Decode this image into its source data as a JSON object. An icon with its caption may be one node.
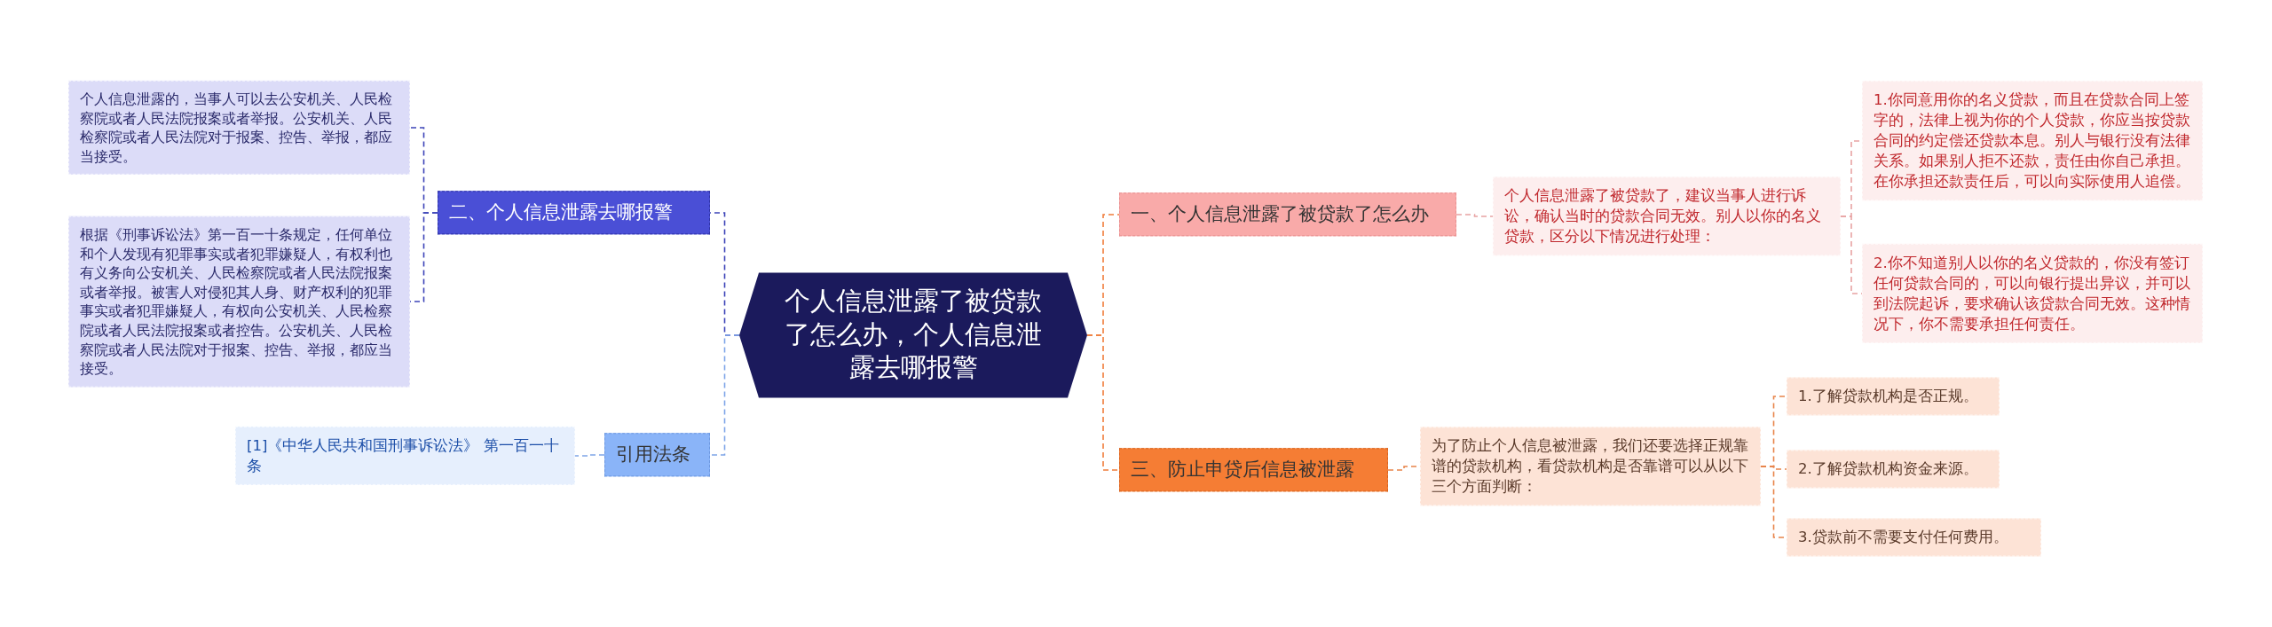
{
  "diagram": {
    "nodes": [
      {
        "text": [
          "个人信息泄露了被贷款了怎么办，个人信息泄露去哪报警"
        ]
      },
      {
        "text": [
          "一、个人信息泄露了被贷款了怎么办"
        ]
      },
      {
        "text": [
          "个人信息泄露了被贷款了，建议当事人进行诉讼，确认当时的贷款合同无效。别人以你的名义贷款，区分以下情况进行处理："
        ]
      },
      {
        "text": [
          "1.你同意用你的名义贷款，而且在贷款合同上签字的，法律上视为你的个人贷款，你应当按贷款合同的约定偿还贷款本息。别人与银行没有法律关系。如果别人拒不还款，责任由你自己承担。在你承担还款责任后，可以向实际使用人追偿。"
        ]
      },
      {
        "text": [
          "2.你不知道别人以你的名义贷款的，你没有签订任何贷款合同的，可以向银行提出异议，并可以到法院起诉，要求确认该贷款合同无效。这种情况下，你不需要承担任何责任。"
        ]
      },
      {
        "text": [
          "三、防止申贷后信息被泄露"
        ]
      },
      {
        "text": [
          "为了防止个人信息被泄露，我们还要选择正规靠谱的贷款机构，看贷款机构是否靠谱可以从以下三个方面判断："
        ]
      },
      {
        "text": [
          "1.了解贷款机构是否正规。"
        ]
      },
      {
        "text": [
          "2.了解贷款机构资金来源。"
        ]
      },
      {
        "text": [
          "3.贷款前不需要支付任何费用。"
        ]
      },
      {
        "text": [
          "二、个人信息泄露去哪报警"
        ]
      },
      {
        "text": [
          "个人信息泄露的，当事人可以去公安机关、人民检察院或者人民法院报案或者举报。公安机关、人民检察院或者人民法院对于报案、控告、举报，都应当接受。"
        ]
      },
      {
        "text": [
          "根据《刑事诉讼法》第一百一十条规定，任何单位和个人发现有犯罪事实或者犯罪嫌疑人，有权利也有义务向公安机关、人民检察院或者人民法院报案或者举报。被害人对侵犯其人身、财产权利的犯罪事实或者犯罪嫌疑人，有权向公安机关、人民检察院或者人民法院报案或者控告。公安机关、人民检察院或者人民法院对于报案、控告、举报，都应当接受。"
        ]
      },
      {
        "text": [
          "引用法条"
        ]
      },
      {
        "text": [
          "[1]《中华人民共和国刑事诉讼法》 第一百一十条"
        ]
      }
    ],
    "edges": [
      {
        "from": 0,
        "to": 1,
        "arrow": "none",
        "style": "dashed",
        "color": "#f07c3a"
      },
      {
        "from": 1,
        "to": 2,
        "arrow": "none",
        "style": "dashed",
        "color": "#e8a3a3"
      },
      {
        "from": 2,
        "to": 3,
        "arrow": "none",
        "style": "dashed",
        "color": "#e8a3a3"
      },
      {
        "from": 2,
        "to": 4,
        "arrow": "none",
        "style": "dashed",
        "color": "#e8a3a3"
      },
      {
        "from": 0,
        "to": 5,
        "arrow": "none",
        "style": "dashed",
        "color": "#f07c3a"
      },
      {
        "from": 5,
        "to": 6,
        "arrow": "none",
        "style": "dashed",
        "color": "#e8844a"
      },
      {
        "from": 6,
        "to": 7,
        "arrow": "none",
        "style": "dashed",
        "color": "#e8844a"
      },
      {
        "from": 6,
        "to": 8,
        "arrow": "none",
        "style": "dashed",
        "color": "#e8844a"
      },
      {
        "from": 6,
        "to": 9,
        "arrow": "none",
        "style": "dashed",
        "color": "#e8844a"
      },
      {
        "from": 0,
        "to": 10,
        "arrow": "none",
        "style": "dashed",
        "color": "#3d44b8"
      },
      {
        "from": 10,
        "to": 11,
        "arrow": "none",
        "style": "dashed",
        "color": "#3d44b8"
      },
      {
        "from": 10,
        "to": 12,
        "arrow": "none",
        "style": "dashed",
        "color": "#3d44b8"
      },
      {
        "from": 0,
        "to": 13,
        "arrow": "none",
        "style": "dashed",
        "color": "#7fa5e8"
      },
      {
        "from": 13,
        "to": 14,
        "arrow": "none",
        "style": "dashed",
        "color": "#7fa5e8"
      }
    ]
  }
}
